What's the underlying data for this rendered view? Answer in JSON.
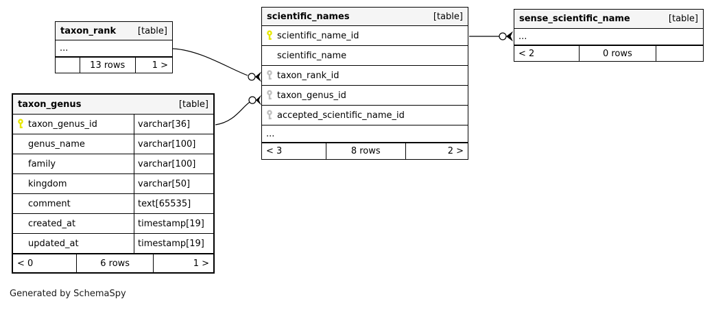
{
  "diagram": {
    "generated_by": "Generated by SchemaSpy",
    "colors": {
      "primary_key_icon": "#e8e800",
      "foreign_key_icon": "#c0c0c0",
      "header_background": "#f5f5f5",
      "border": "#000000"
    },
    "relationships": [
      {
        "from": "taxon_rank",
        "to": "scientific_names.taxon_rank_id"
      },
      {
        "from": "taxon_genus.taxon_genus_id",
        "to": "scientific_names.taxon_genus_id"
      },
      {
        "from": "scientific_names.scientific_name_id",
        "to": "sense_scientific_name"
      }
    ],
    "tables": {
      "taxon_rank": {
        "name": "taxon_rank",
        "badge": "[table]",
        "columns": [
          {
            "name": "..."
          }
        ],
        "footer": {
          "left": "",
          "center": "13 rows",
          "right": "1 >"
        }
      },
      "taxon_genus": {
        "name": "taxon_genus",
        "badge": "[table]",
        "columns": [
          {
            "name": "taxon_genus_id",
            "type": "varchar[36]",
            "key": "primary"
          },
          {
            "name": "genus_name",
            "type": "varchar[100]"
          },
          {
            "name": "family",
            "type": "varchar[100]"
          },
          {
            "name": "kingdom",
            "type": "varchar[50]"
          },
          {
            "name": "comment",
            "type": "text[65535]"
          },
          {
            "name": "created_at",
            "type": "timestamp[19]"
          },
          {
            "name": "updated_at",
            "type": "timestamp[19]"
          }
        ],
        "footer": {
          "left": "< 0",
          "center": "6 rows",
          "right": "1 >"
        }
      },
      "scientific_names": {
        "name": "scientific_names",
        "badge": "[table]",
        "columns": [
          {
            "name": "scientific_name_id",
            "key": "primary"
          },
          {
            "name": "scientific_name"
          },
          {
            "name": "taxon_rank_id",
            "key": "foreign"
          },
          {
            "name": "taxon_genus_id",
            "key": "foreign"
          },
          {
            "name": "accepted_scientific_name_id",
            "key": "foreign"
          },
          {
            "name": "..."
          }
        ],
        "footer": {
          "left": "< 3",
          "center": "8 rows",
          "right": "2 >"
        }
      },
      "sense_scientific_name": {
        "name": "sense_scientific_name",
        "badge": "[table]",
        "columns": [
          {
            "name": "..."
          }
        ],
        "footer": {
          "left": "< 2",
          "center": "0 rows",
          "right": ""
        }
      }
    }
  }
}
